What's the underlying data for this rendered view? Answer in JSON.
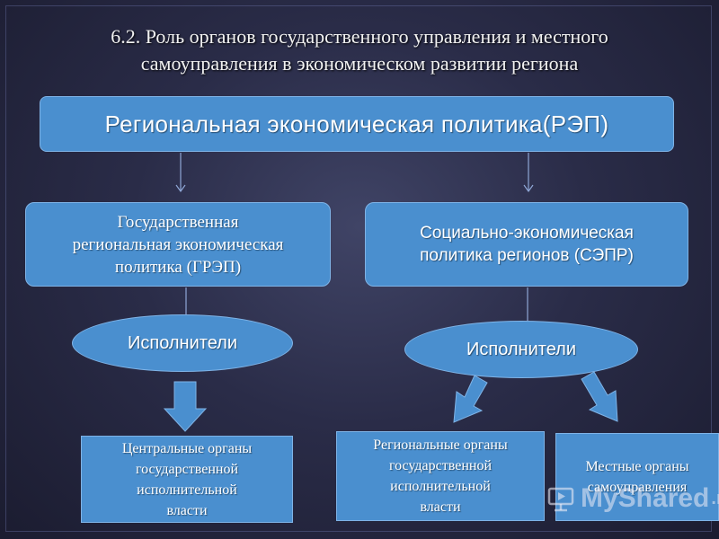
{
  "title": {
    "line1": "6.2.  Роль органов государственного управления и местного",
    "line2": "самоуправления в экономическом развитии региона"
  },
  "top_box": {
    "label": "Региональная экономическая политика(РЭП)"
  },
  "left_branch": {
    "box_lines": [
      "Государственная",
      "региональная экономическая",
      "политика (ГРЭП)"
    ],
    "oval": "Исполнители",
    "executors": [
      "Центральные органы",
      "государственной",
      "исполнительной",
      "власти"
    ]
  },
  "right_branch": {
    "box_lines": [
      "Социально-экономическая",
      "политика регионов (СЭПР)"
    ],
    "oval": "Исполнители",
    "executors_regional": [
      "Региональные органы",
      "государственной",
      "исполнительной",
      "власти"
    ],
    "executors_local": [
      "Местные органы",
      "самоуправления"
    ]
  },
  "watermark": {
    "name": "MyShared",
    "suffix": ".ru",
    "icon": "slideshow-icon"
  },
  "colors": {
    "box_fill": "#4a8fcf",
    "box_border": "#7fb3e6",
    "arrow_fill": "#4a8fcf",
    "line": "#8fa7d6"
  }
}
